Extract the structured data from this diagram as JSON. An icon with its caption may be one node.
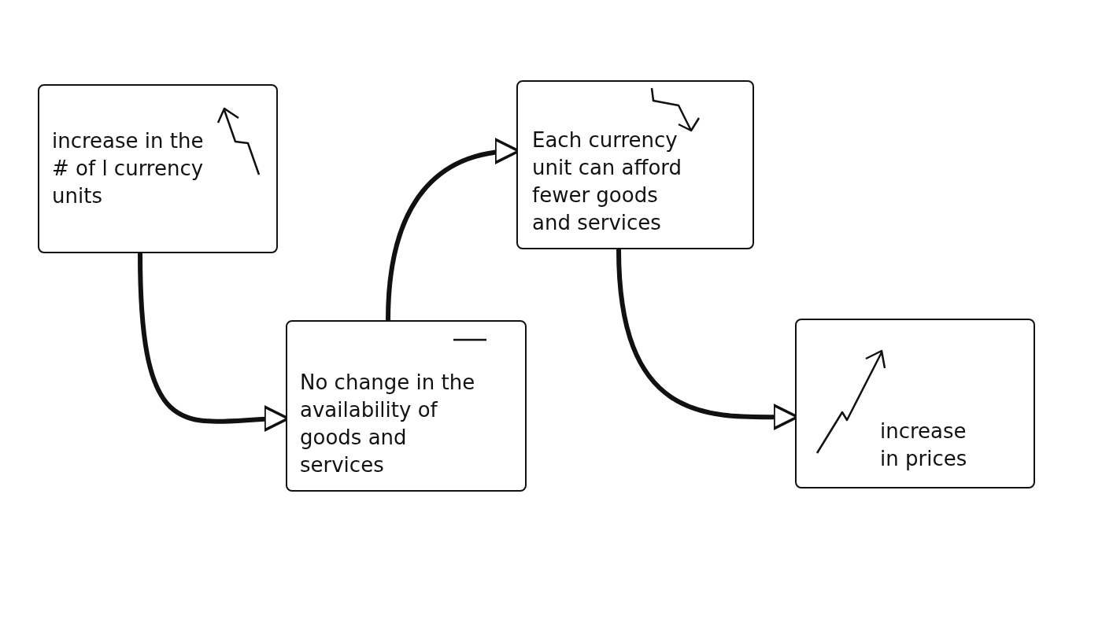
{
  "diagram": {
    "nodes": [
      {
        "text": [
          "increase in the # of l currency units"
        ]
      },
      {
        "text": [
          "No change in the availability of goods and services"
        ]
      },
      {
        "text": [
          "Each currency unit can afford fewer goods and services"
        ]
      },
      {
        "text": [
          "increase in prices"
        ]
      }
    ],
    "edges": [
      {
        "from": 0,
        "to": 1,
        "arrow": "to"
      },
      {
        "from": 1,
        "to": 2,
        "arrow": "to"
      },
      {
        "from": 2,
        "to": 3,
        "arrow": "to"
      }
    ]
  }
}
